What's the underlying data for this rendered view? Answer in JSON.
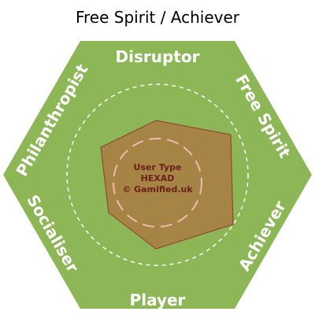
{
  "title": "Free Spirit / Achiever",
  "hexad": {
    "labels": {
      "top": "Disruptor",
      "top_right": "Free Spirit",
      "bottom_right": "Achiever",
      "bottom": "Player",
      "bottom_left": "Socialiser",
      "top_left": "Philanthropist"
    },
    "center": {
      "line1": "User Type",
      "line2": "HEXAD",
      "line3": "© Gamified.uk"
    },
    "colors": {
      "hexagon_fill": "#8db657",
      "profile_fill": "#a58445",
      "profile_stroke": "#8b3a2f",
      "inner_ring": "#f2b8b3",
      "outer_ring": "#ffffff",
      "label_text": "#ffffff",
      "center_text": "#6b1f1a"
    }
  }
}
